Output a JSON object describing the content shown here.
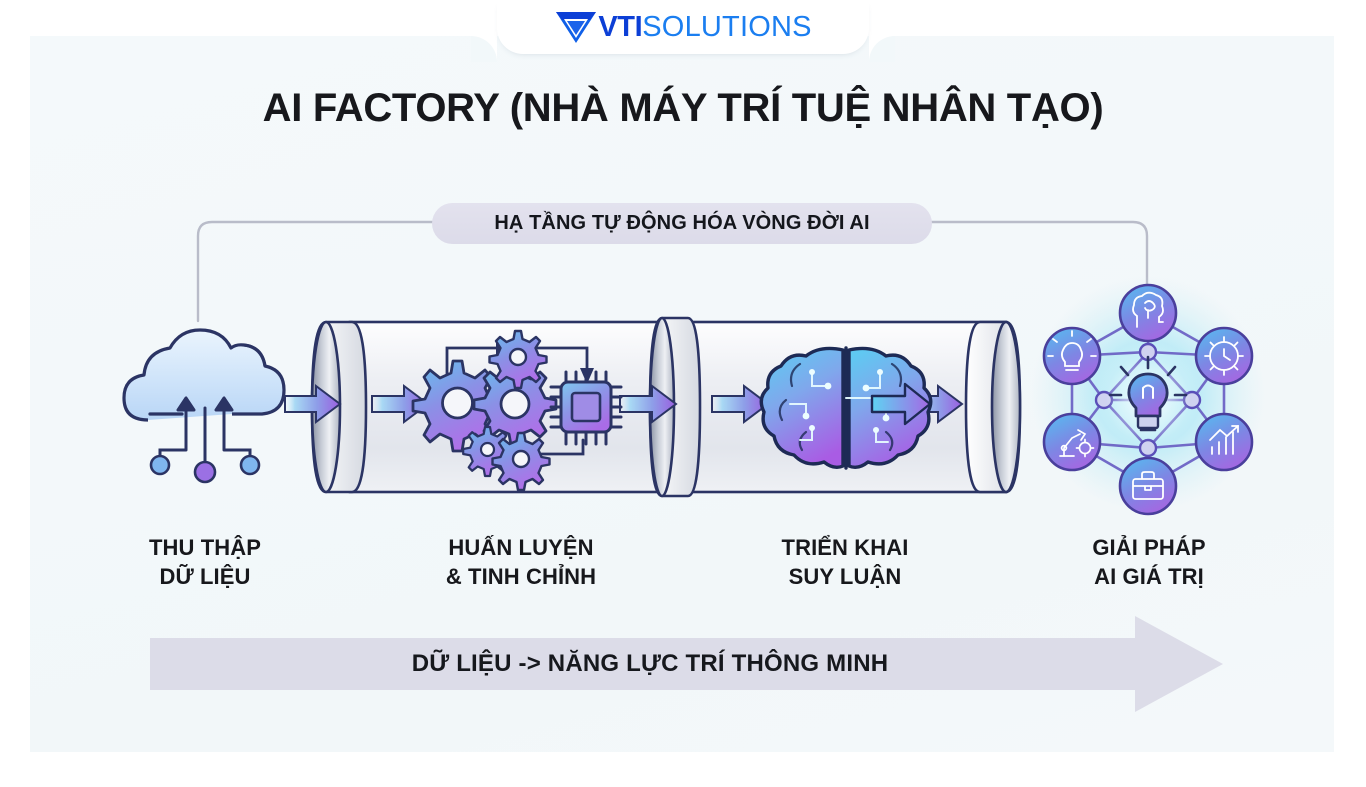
{
  "brand": {
    "logo_primary": "VTI",
    "logo_secondary": "SOLUTIONS",
    "logo_mark": "v-triangle-icon",
    "color_primary": "#0c3fd6",
    "color_secondary": "#1b7ef0"
  },
  "header": {
    "title": "AI FACTORY (NHÀ MÁY TRÍ TUỆ NHÂN TẠO)"
  },
  "banner": {
    "label": "HẠ TẦNG TỰ ĐỘNG HÓA VÒNG ĐỜI AI"
  },
  "pipeline": {
    "stages": [
      {
        "id": "collect",
        "icon": "cloud-data-upload-icon",
        "line1": "THU THẬP",
        "line2": "DỮ LIỆU"
      },
      {
        "id": "train",
        "icon": "gears-cpu-chip-icon",
        "line1": "HUẤN LUYỆN",
        "line2": "& TINH CHỈNH"
      },
      {
        "id": "deploy",
        "icon": "ai-brain-circuit-icon",
        "line1": "TRIỂN KHAI",
        "line2": "SUY LUẬN"
      },
      {
        "id": "value",
        "icon": "network-nodes-lightbulb-icon",
        "line1": "GIẢI PHÁP",
        "line2": "AI GIÁ TRỊ"
      }
    ],
    "network_nodes": [
      "brain-head-icon",
      "gear-clock-icon",
      "growth-chart-icon",
      "briefcase-icon",
      "robot-arm-icon",
      "lightbulb-icon"
    ],
    "network_center": "lightbulb-glow-icon"
  },
  "footer": {
    "arrow_label": "DỮ LIỆU -> NĂNG LỰC TRÍ THÔNG MINH",
    "arrow_icon": "right-arrow-banner-icon"
  },
  "palette": {
    "background": "#ffffff",
    "card": "#f2f8fa",
    "banner": "#dedce9",
    "ink": "#17181c",
    "arrow_gradient_start": "#8fd2f2",
    "arrow_gradient_end": "#9a5fe0",
    "pipe_outline": "#2b3464",
    "glow": "#9fe6f5"
  }
}
